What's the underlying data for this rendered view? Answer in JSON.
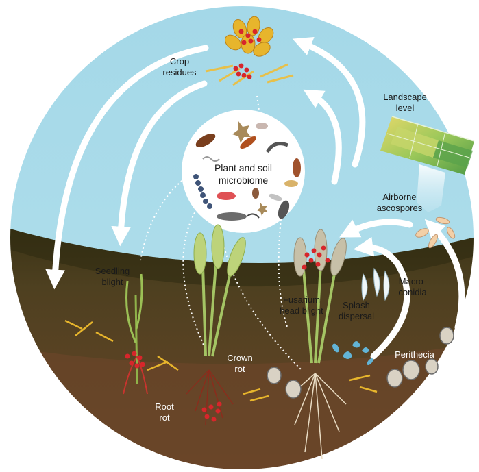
{
  "diagram": {
    "center": {
      "line1": "Plant and soil",
      "line2": "microbiome"
    },
    "labels": {
      "crop_residues": {
        "line1": "Crop",
        "line2": "residues"
      },
      "landscape_level": {
        "line1": "Landscape",
        "line2": "level"
      },
      "airborne_ascospores": {
        "line1": "Airborne",
        "line2": "ascospores"
      },
      "seedling_blight": {
        "line1": "Seedling",
        "line2": "blight"
      },
      "macroconidia": {
        "line1": "Macro-",
        "line2": "conidia"
      },
      "fusarium_head_blight": {
        "line1": "Fusarium",
        "line2": "head blight"
      },
      "splash_dispersal": {
        "line1": "Splash",
        "line2": "dispersal"
      },
      "crown_rot": {
        "line1": "Crown",
        "line2": "rot"
      },
      "perithecia": {
        "line1": "Perithecia"
      },
      "root_rot": {
        "line1": "Root",
        "line2": "rot"
      }
    },
    "colors": {
      "sky": "#a9dbe9",
      "soil_top": "#4a3f1c",
      "soil_bottom": "#5a3a22",
      "arrow": "#ffffff",
      "pathogen": "#d7262b",
      "wheat": "#9bbf55",
      "grain": "#e7b52c",
      "root": "#e9dcc4"
    }
  }
}
